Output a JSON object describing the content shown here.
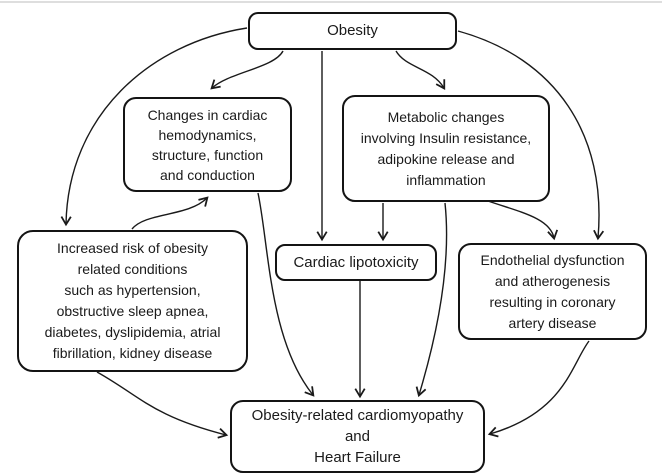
{
  "colors": {
    "ink": "#1a1a1a",
    "background": "#ffffff",
    "top_rule": "#dedede"
  },
  "diagram": {
    "nodes": {
      "obesity": {
        "label": "Obesity"
      },
      "cardiac_changes": {
        "label": "Changes in cardiac\nhemodynamics,\nstructure, function\nand conduction"
      },
      "metabolic": {
        "label": "Metabolic changes\ninvolving Insulin resistance,\nadipokine release and\ninflammation"
      },
      "increased_risk": {
        "label": "Increased risk of obesity\nrelated conditions\nsuch as hypertension,\nobstructive sleep apnea,\ndiabetes, dyslipidemia, atrial\nfibrillation, kidney disease"
      },
      "lipotoxicity": {
        "label": "Cardiac lipotoxicity"
      },
      "endothelial": {
        "label": "Endothelial dysfunction\nand atherogenesis\nresulting in coronary\nartery disease"
      },
      "outcome": {
        "label": "Obesity-related cardiomyopathy\nand\nHeart Failure"
      }
    },
    "edges": [
      {
        "from": "obesity",
        "to": "cardiac_changes"
      },
      {
        "from": "obesity",
        "to": "metabolic"
      },
      {
        "from": "obesity",
        "to": "lipotoxicity"
      },
      {
        "from": "obesity",
        "to": "increased_risk"
      },
      {
        "from": "obesity",
        "to": "endothelial"
      },
      {
        "from": "metabolic",
        "to": "lipotoxicity"
      },
      {
        "from": "metabolic",
        "to": "endothelial"
      },
      {
        "from": "metabolic",
        "to": "outcome"
      },
      {
        "from": "cardiac_changes",
        "to": "outcome"
      },
      {
        "from": "lipotoxicity",
        "to": "outcome"
      },
      {
        "from": "increased_risk",
        "to": "cardiac_changes"
      },
      {
        "from": "increased_risk",
        "to": "outcome"
      },
      {
        "from": "endothelial",
        "to": "outcome"
      }
    ]
  }
}
